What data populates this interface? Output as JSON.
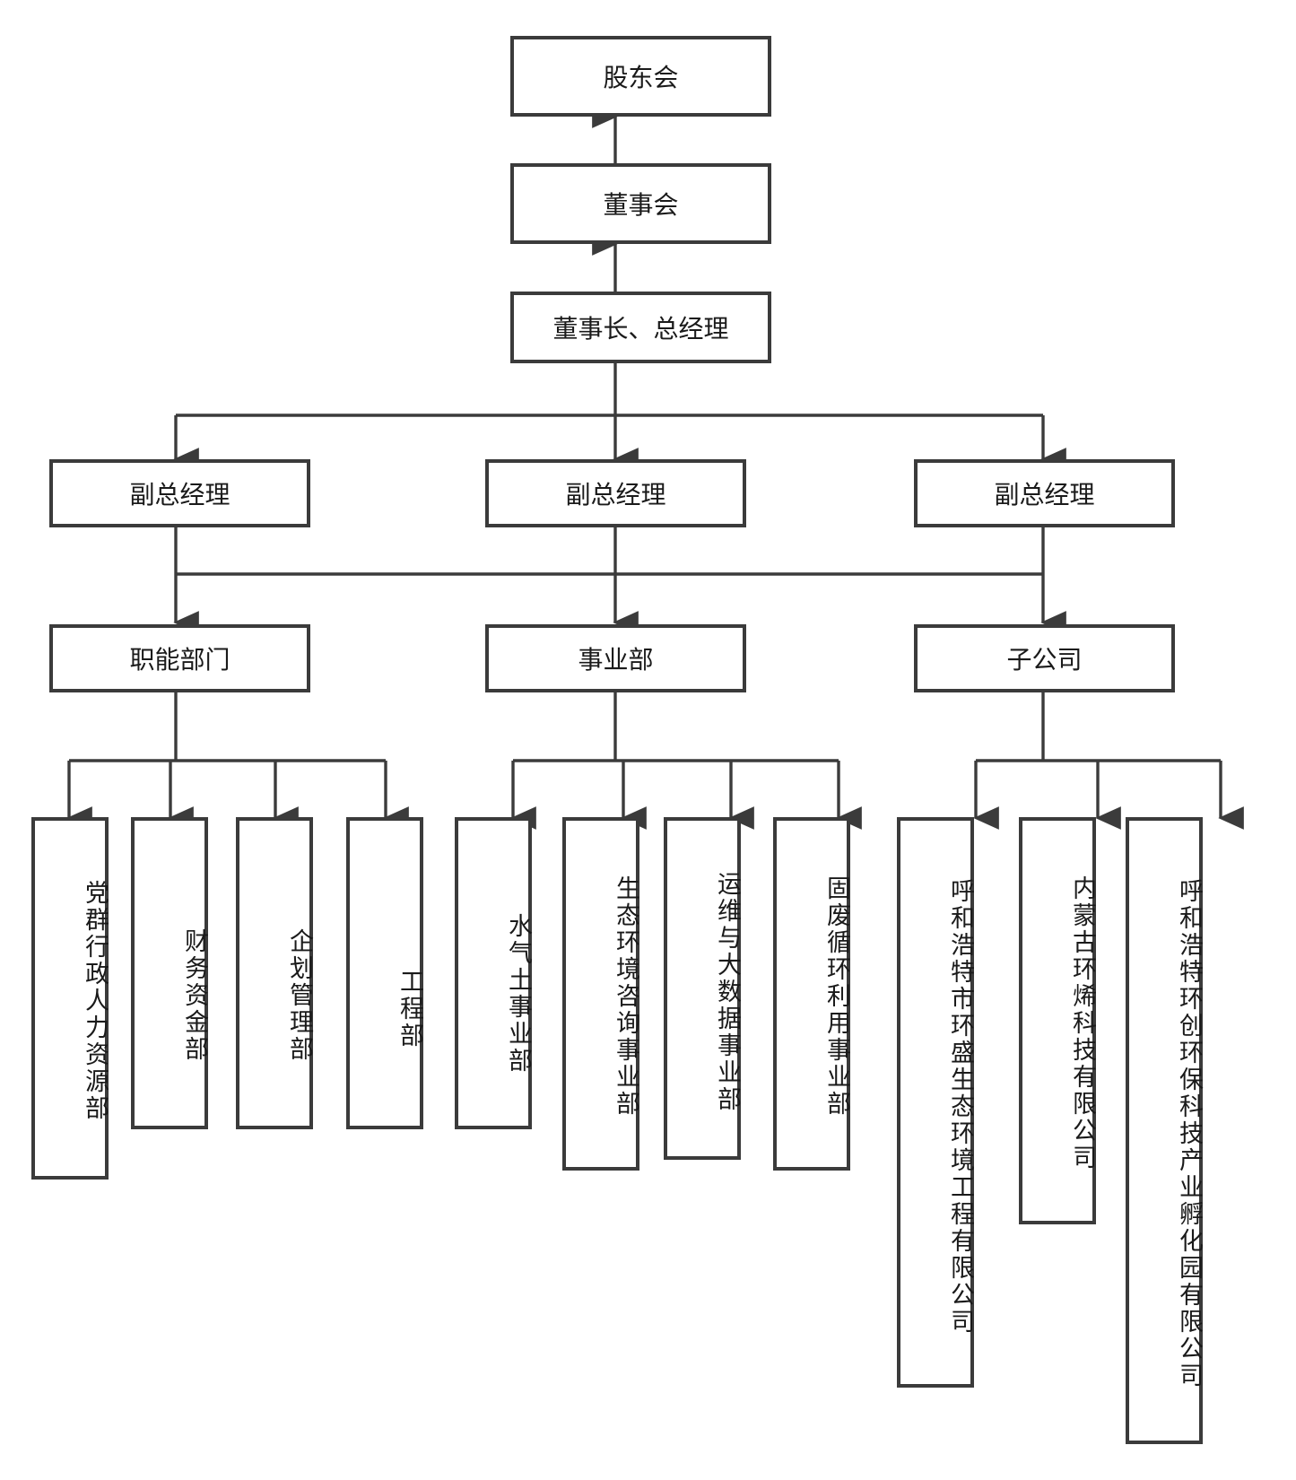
{
  "diagram": {
    "type": "organization-chart",
    "orientation": "top-down",
    "box_fill": "#ffffff",
    "box_stroke": "#3b3b3b",
    "text_color": "#1a1a1a",
    "background": "#ffffff"
  },
  "levels": {
    "level1": {
      "label": "股东会"
    },
    "level2": {
      "label": "董事会"
    },
    "level3": {
      "label": "董事长、总经理"
    },
    "level4": [
      {
        "label": "副总经理"
      },
      {
        "label": "副总经理"
      },
      {
        "label": "副总经理"
      }
    ],
    "level5": [
      {
        "label": "职能部门"
      },
      {
        "label": "事业部"
      },
      {
        "label": "子公司"
      }
    ]
  },
  "groups": [
    {
      "parent": "职能部门",
      "children": [
        {
          "label": "党群行政人力资源部"
        },
        {
          "label": "财务资金部"
        },
        {
          "label": "企划管理部"
        },
        {
          "label": "工程部"
        }
      ]
    },
    {
      "parent": "事业部",
      "children": [
        {
          "label": "水气土事业部"
        },
        {
          "label": "生态环境咨询事业部"
        },
        {
          "label": "运维与大数据事业部"
        },
        {
          "label": "固废循环利用事业部"
        }
      ]
    },
    {
      "parent": "子公司",
      "children": [
        {
          "label": "呼和浩特市环盛生态环境工程有限公司"
        },
        {
          "label": "内蒙古环烯科技有限公司"
        },
        {
          "label": "呼和浩特环创环保科技产业孵化园有限公司"
        }
      ]
    }
  ]
}
